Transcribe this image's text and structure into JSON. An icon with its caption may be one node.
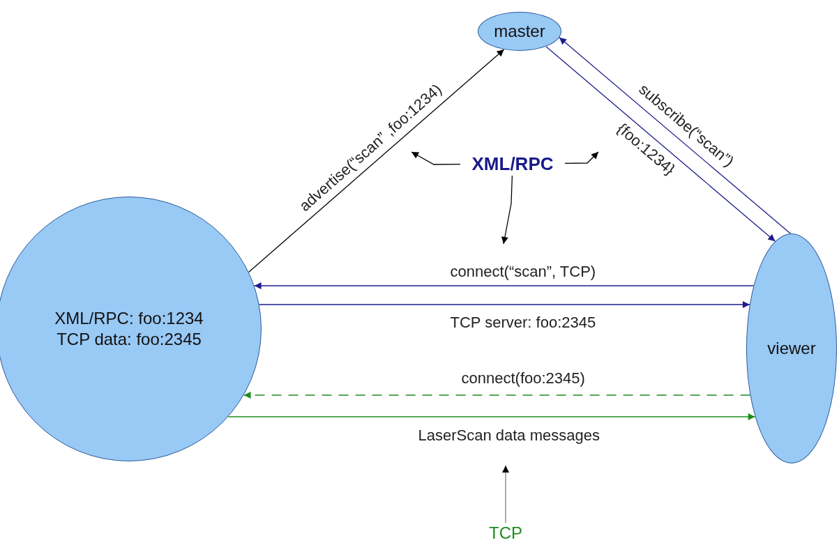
{
  "diagram": {
    "nodes": [
      {
        "text": [
          "master"
        ]
      },
      {
        "text": [
          "XML/RPC"
        ]
      },
      {
        "text": [
          "XML/RPC: foo:1234 TCP data: foo:2345"
        ]
      },
      {
        "text": [
          "viewer"
        ]
      },
      {
        "text": [
          "TCP"
        ]
      }
    ],
    "edges": [
      {
        "from": 2,
        "to": 0,
        "arrow": "to",
        "label": "advertise(“scan” ,foo:1234)"
      },
      {
        "from": 0,
        "to": 3,
        "arrow": "to",
        "label": "{foo:1234}",
        "color": "#1c1c8c"
      },
      {
        "from": 3,
        "to": 0,
        "arrow": "to",
        "label": "subscribe(“scan”)",
        "color": "#1c1c8c"
      },
      {
        "from": 3,
        "to": 2,
        "arrow": "to",
        "label": "connect(“scan”, TCP)",
        "color": "#1c1c8c"
      },
      {
        "from": 2,
        "to": 3,
        "arrow": "to",
        "label": "TCP server: foo:2345",
        "color": "#1c1c8c"
      },
      {
        "from": 3,
        "to": 2,
        "arrow": "to",
        "label": "connect(foo:2345)",
        "style": "dashed",
        "color": "#1e8c1e"
      },
      {
        "from": 2,
        "to": 3,
        "arrow": "to",
        "label": "LaserScan data messages",
        "color": "#1e8c1e"
      },
      {
        "from": 1,
        "to": null,
        "arrow": "to"
      },
      {
        "from": 1,
        "to": null,
        "arrow": "to"
      },
      {
        "from": 1,
        "to": null,
        "arrow": "to"
      },
      {
        "from": 4,
        "to": null,
        "arrow": "to",
        "color": "#808080"
      }
    ]
  }
}
